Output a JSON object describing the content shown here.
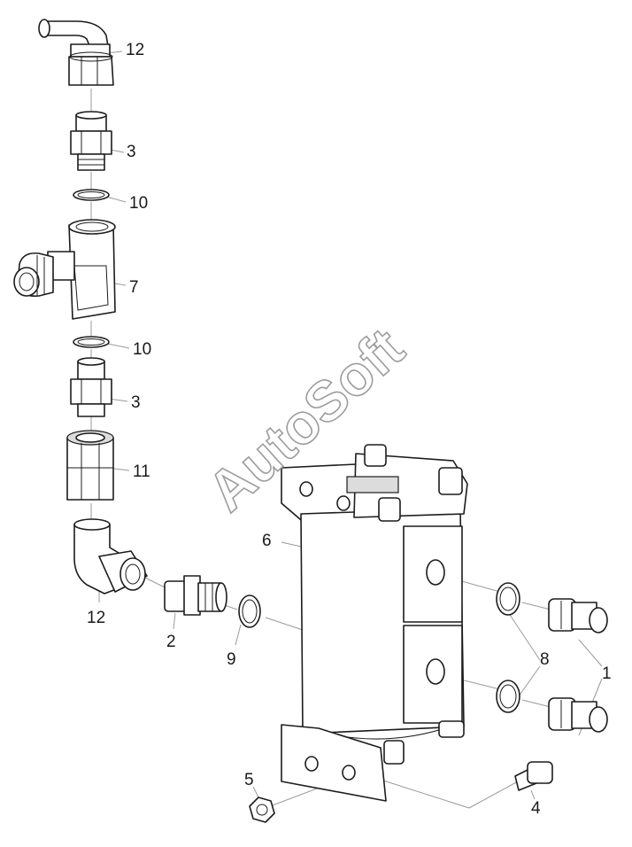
{
  "watermark": "AutoSoft",
  "callouts": {
    "c12_top": "12",
    "c3_top": "3",
    "c10_top": "10",
    "c7": "7",
    "c10_mid": "10",
    "c3_mid": "3",
    "c11": "11",
    "c12_bottom": "12",
    "c2": "2",
    "c9": "9",
    "c6": "6",
    "c8": "8",
    "c1": "1",
    "c5": "5",
    "c4": "4"
  }
}
